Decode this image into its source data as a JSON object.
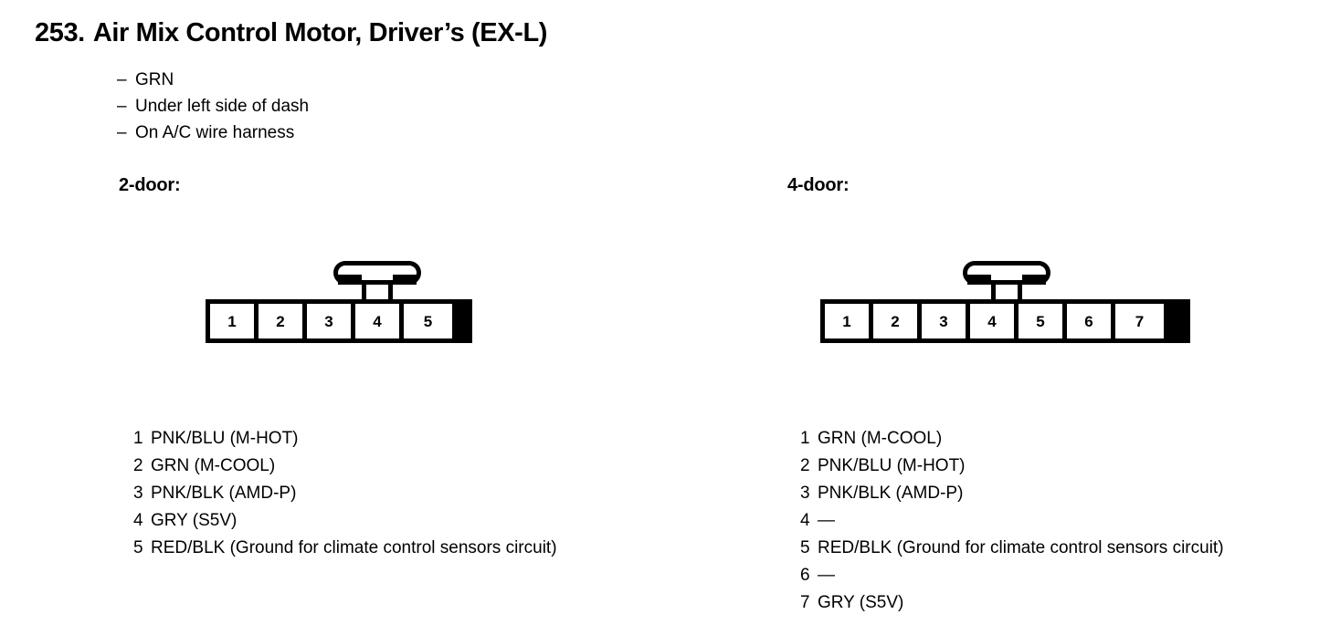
{
  "page": {
    "number": "253.",
    "title": "Air Mix Control Motor, Driver’s (EX-L)",
    "details": [
      {
        "dash": "–",
        "text": "GRN"
      },
      {
        "dash": "–",
        "text": "Under left side of dash"
      },
      {
        "dash": "–",
        "text": "On A/C wire harness"
      }
    ]
  },
  "variants": [
    {
      "label": "2-door:",
      "connector": {
        "pin_count": 5,
        "pins": [
          "1",
          "2",
          "3",
          "4",
          "5"
        ],
        "latch_over_pin": 3
      },
      "pin_list": [
        {
          "num": "1",
          "desc": "PNK/BLU (M-HOT)"
        },
        {
          "num": "2",
          "desc": "GRN (M-COOL)"
        },
        {
          "num": "3",
          "desc": "PNK/BLK (AMD-P)"
        },
        {
          "num": "4",
          "desc": "GRY (S5V)"
        },
        {
          "num": "5",
          "desc": "RED/BLK (Ground for climate control sensors circuit)"
        }
      ]
    },
    {
      "label": "4-door:",
      "connector": {
        "pin_count": 7,
        "pins": [
          "1",
          "2",
          "3",
          "4",
          "5",
          "6",
          "7"
        ],
        "latch_over_pin": 4
      },
      "pin_list": [
        {
          "num": "1",
          "desc": "GRN (M-COOL)"
        },
        {
          "num": "2",
          "desc": "PNK/BLU (M-HOT)"
        },
        {
          "num": "3",
          "desc": "PNK/BLK (AMD-P)"
        },
        {
          "num": "4",
          "desc": "—"
        },
        {
          "num": "5",
          "desc": "RED/BLK (Ground for climate control sensors circuit)"
        },
        {
          "num": "6",
          "desc": "—"
        },
        {
          "num": "7",
          "desc": "GRY (S5V)"
        }
      ]
    }
  ],
  "colors": {
    "ink": "#000000",
    "paper": "#ffffff"
  }
}
